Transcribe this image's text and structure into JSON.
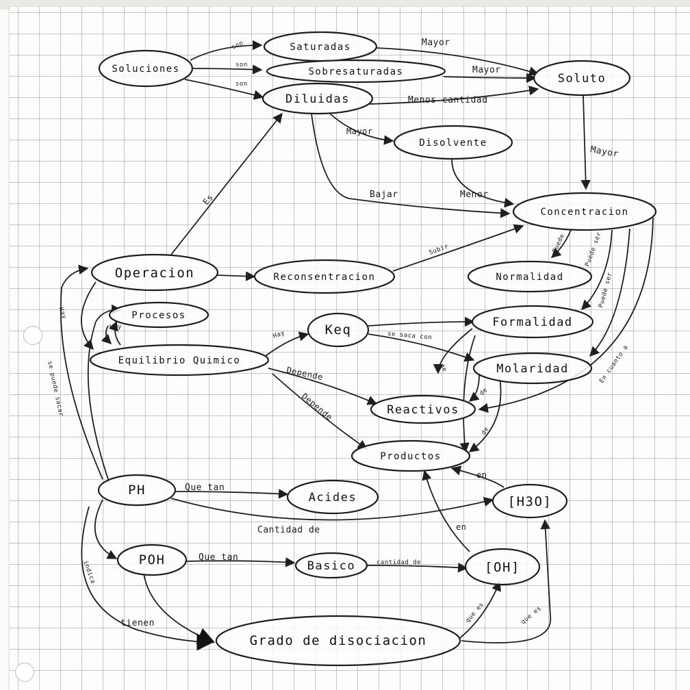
{
  "diagram": {
    "nodes": {
      "soluciones": "Soluciones",
      "saturadas": "Saturadas",
      "sobresaturadas": "Sobresaturadas",
      "diluidas": "Diluidas",
      "soluto": "Soluto",
      "disolvente": "Disolvente",
      "concentracion": "Concentracion",
      "operacion": "Operacion",
      "reconsentracion": "Reconsentracion",
      "normalidad": "Normalidad",
      "procesos": "Procesos",
      "keq": "Keq",
      "formalidad": "Formalidad",
      "equilibrio_quimico": "Equilibrio Quimico",
      "molaridad": "Molaridad",
      "reactivos": "Reactivos",
      "productos": "Productos",
      "ph": "PH",
      "acides": "Acides",
      "h3o": "[H3O]",
      "poh": "POH",
      "basico": "Basico",
      "oh": "[OH]",
      "grado_disociacion": "Grado de disociacion"
    },
    "edge_labels": {
      "son_1": "son",
      "son_2": "son",
      "son_3": "son",
      "mayor_1": "Mayor",
      "mayor_2": "Mayor",
      "menos_cantidad": "Menos cantidad",
      "mayor_3": "Mayor",
      "mayor_4": "Mayor",
      "menor": "Menor",
      "bajar": "Bajar",
      "es": "Es",
      "subir": "Subir",
      "puede_1": "Puede",
      "puede_ser_1": "Puede ser",
      "puede_ser_2": "Puede ser",
      "hay_1": "Hay",
      "hay_2": "Hay",
      "hay_3": "Hay",
      "se_saca_con": "se saca con",
      "de_1": "de",
      "de_2": "de",
      "de_3": "de",
      "depende_1": "Depende",
      "depende_2": "Depende",
      "en_cuanto_a": "En cuanto a",
      "se_puede_sacar": "se puede sacar",
      "en_1": "en",
      "que_tan_1": "Que tan",
      "cantidad_de_1": "Cantidad de",
      "en_2": "en",
      "que_tan_2": "Que tan",
      "cantidad_de_2": "cantidad de",
      "tienen": "tienen",
      "indica": "indica",
      "que_es_1": "que es",
      "que_es_2": "que es"
    }
  }
}
